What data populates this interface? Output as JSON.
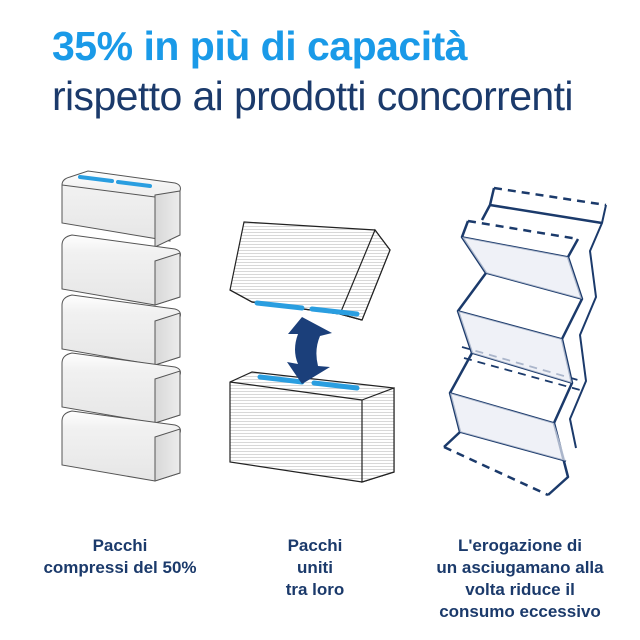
{
  "header": {
    "headline": "35% in più di capacità",
    "subheadline": "rispetto ai prodotti concorrenti"
  },
  "colors": {
    "accent_blue": "#1a9ae8",
    "navy": "#1b3a6b",
    "strip_blue": "#2a9ee0"
  },
  "features": [
    {
      "icon": "stacked-packs-icon",
      "caption_lines": [
        "Pacchi",
        "compressi del 50%"
      ]
    },
    {
      "icon": "interlocking-packs-icon",
      "caption_lines": [
        "Pacchi",
        "uniti",
        "tra loro"
      ]
    },
    {
      "icon": "zigzag-folded-towel-icon",
      "caption_lines": [
        "L'erogazione di",
        "un asciugamano alla",
        "volta riduce il",
        "consumo eccessivo"
      ]
    }
  ]
}
